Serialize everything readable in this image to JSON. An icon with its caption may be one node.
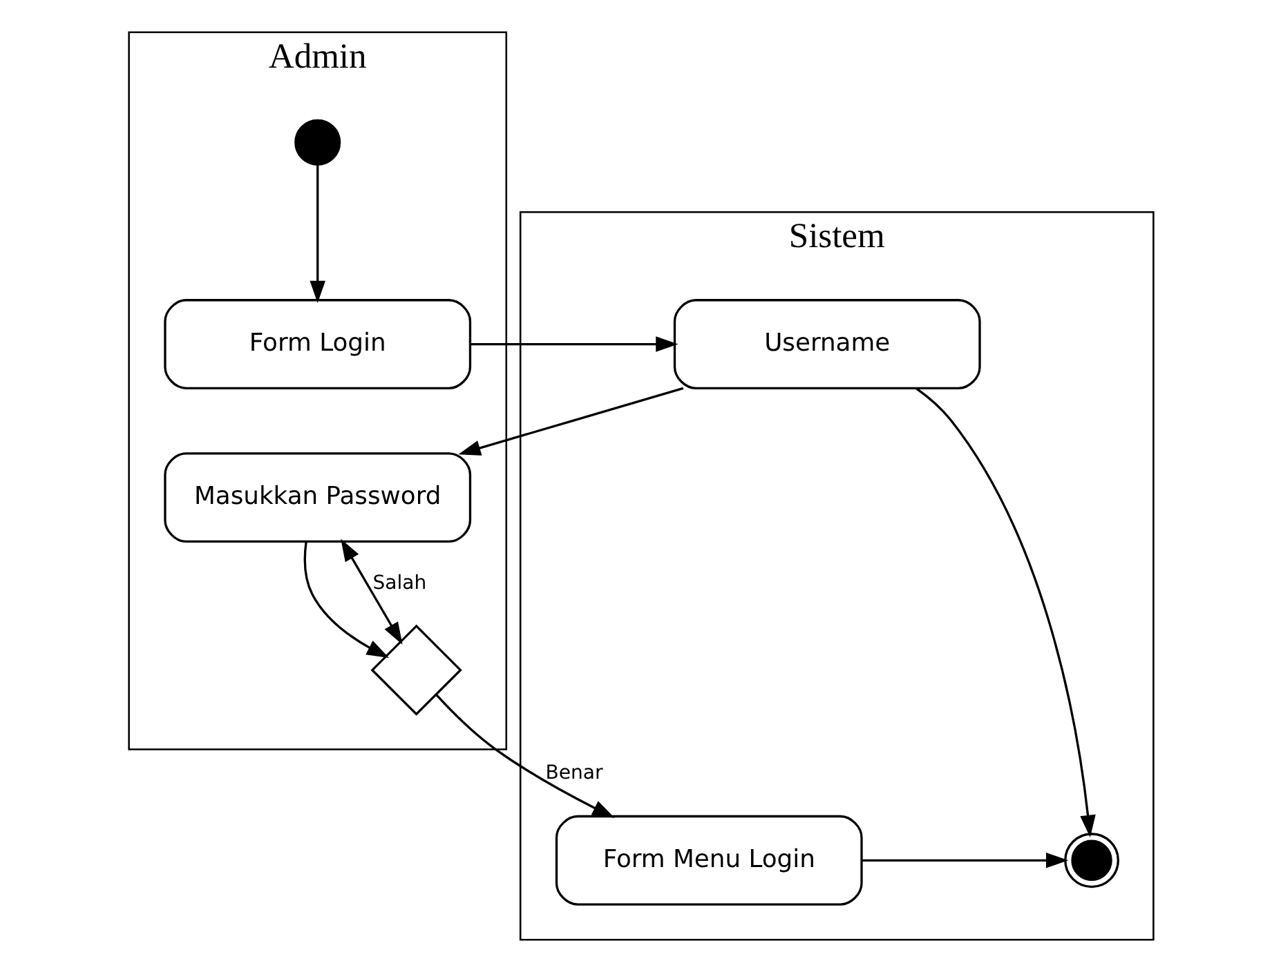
{
  "diagram": {
    "nodes": [
      {
        "text": [
          "Admin"
        ]
      },
      {
        "text": [
          "Sistem"
        ]
      },
      {
        "text": [],
        "shape": "circle",
        "in": 0
      },
      {
        "text": [
          "Form Login"
        ],
        "in": 0
      },
      {
        "text": [
          "Username"
        ],
        "in": 1
      },
      {
        "text": [
          "Masukkan Password"
        ],
        "in": 0
      },
      {
        "text": [],
        "shape": "diamond",
        "in": 0
      },
      {
        "text": [
          "Form Menu Login"
        ],
        "in": 1
      },
      {
        "text": [],
        "shape": "circle",
        "in": 1
      }
    ],
    "edges": [
      {
        "from": 2,
        "to": 3,
        "arrow": "to"
      },
      {
        "from": 3,
        "to": 4,
        "arrow": "to"
      },
      {
        "from": 4,
        "to": 5,
        "arrow": "to"
      },
      {
        "from": 5,
        "to": 6,
        "arrow": "to"
      },
      {
        "from": 6,
        "to": 5,
        "arrow": "both",
        "label": "Salah"
      },
      {
        "from": 6,
        "to": 7,
        "arrow": "to",
        "label": "Benar"
      },
      {
        "from": 4,
        "to": 8,
        "arrow": "to"
      },
      {
        "from": 7,
        "to": 8,
        "arrow": "to"
      }
    ]
  }
}
